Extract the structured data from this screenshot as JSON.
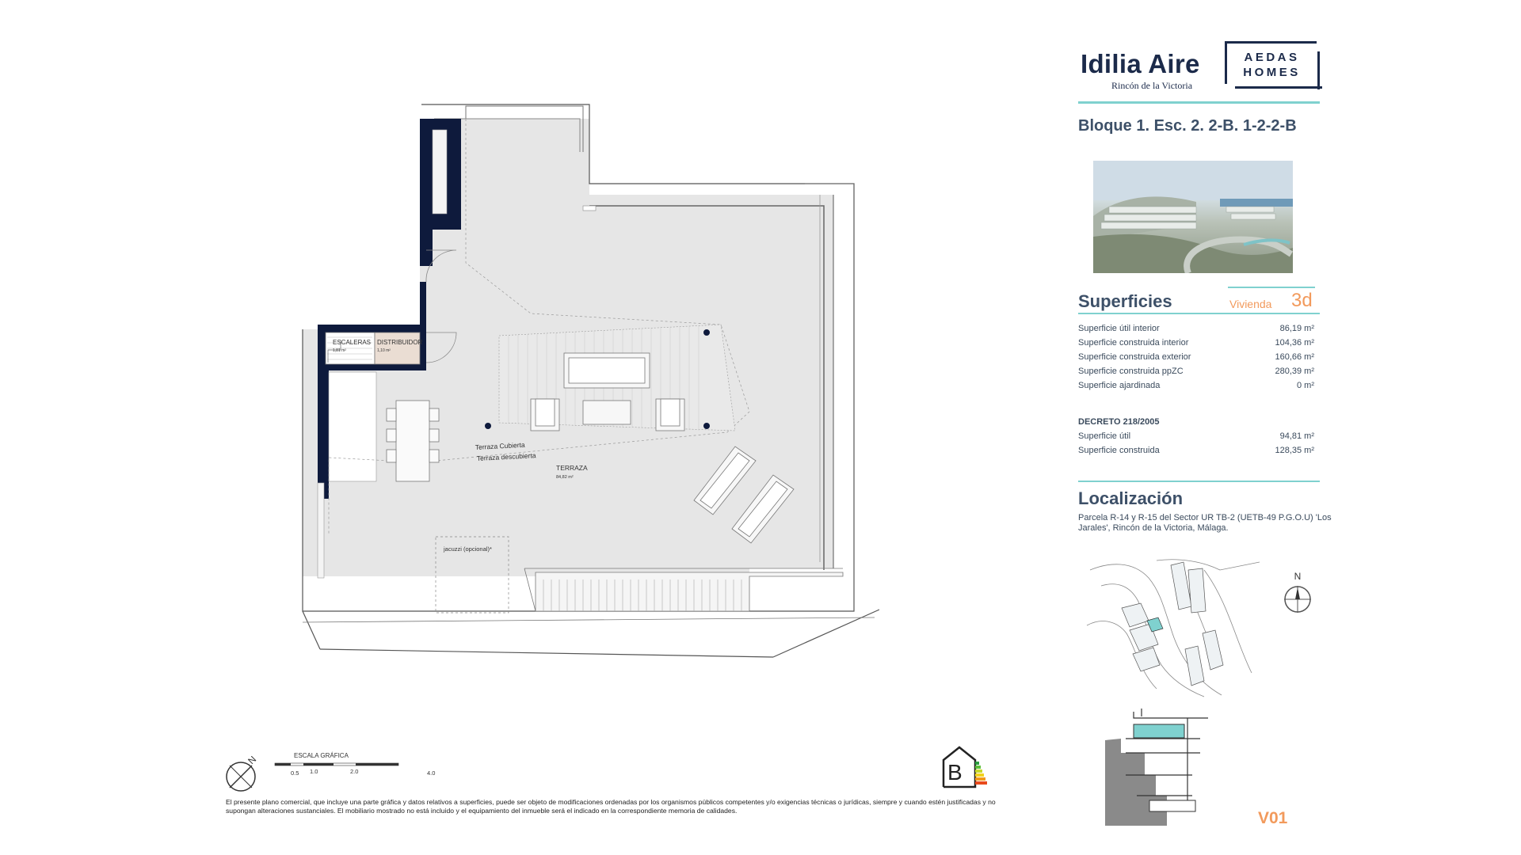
{
  "brand": {
    "name": "Idilia Aire",
    "location": "Rincón de la Victoria",
    "developer_line1": "AEDAS",
    "developer_line2": "HOMES"
  },
  "unit_title": "Bloque 1. Esc. 2. 2-B. 1-2-2-B",
  "surfaces": {
    "heading": "Superficies",
    "unit_type_label": "Vivienda",
    "unit_type_value": "3d",
    "rows": [
      {
        "label": "Superficie útil interior",
        "value": "86,19 m²"
      },
      {
        "label": "Superficie construida interior",
        "value": "104,36 m²"
      },
      {
        "label": "Superficie construida exterior",
        "value": "160,66 m²"
      },
      {
        "label": "Superficie construida ppZC",
        "value": "280,39 m²"
      },
      {
        "label": "Superficie ajardinada",
        "value": "0 m²"
      }
    ]
  },
  "decreto": {
    "title": "DECRETO 218/2005",
    "rows": [
      {
        "label": "Superficie útil",
        "value": "94,81 m²"
      },
      {
        "label": "Superficie construida",
        "value": "128,35 m²"
      }
    ]
  },
  "location": {
    "heading": "Localización",
    "text": "Parcela R-14 y R-15 del Sector UR TB-2 (UETB-49 P.G.O.U) 'Los Jarales', Rincón de la Victoria, Málaga."
  },
  "compass_label": "N",
  "sheet_code": "V01",
  "plan": {
    "rooms": {
      "stairs": {
        "name": "ESCALERAS",
        "area": "1,81 m²"
      },
      "hall": {
        "name": "DISTRIBUIDOR",
        "area": "1,10 m²"
      },
      "terrace": {
        "name": "TERRAZA",
        "area": "84,82 m²"
      }
    },
    "labels": {
      "covered": "Terraza Cubierta",
      "uncovered": "Terraza descubierta",
      "jacuzzi": "jacuzzi (opcional)*"
    },
    "north_label": "N"
  },
  "scale": {
    "title": "ESCALA GRÁFICA",
    "ticks": [
      "0.5",
      "1.0",
      "2.0",
      "4.0"
    ]
  },
  "energy_rating": "B",
  "disclaimer": "El presente plano comercial, que incluye una parte gráfica y datos relativos a superficies, puede ser objeto de modificaciones ordenadas por los organismos públicos competentes y/o exigencias técnicas o jurídicas, siempre y cuando estén justificadas y no supongan alteraciones sustanciales. El mobiliario mostrado no está incluido y el equipamiento del inmueble será el indicado en la correspondiente memoria de calidades.",
  "colors": {
    "navy": "#1b2a4a",
    "teal": "#7fd1cf",
    "orange": "#f29a5c",
    "floor": "#e6e6e6",
    "wall": "#0e1a3c"
  }
}
